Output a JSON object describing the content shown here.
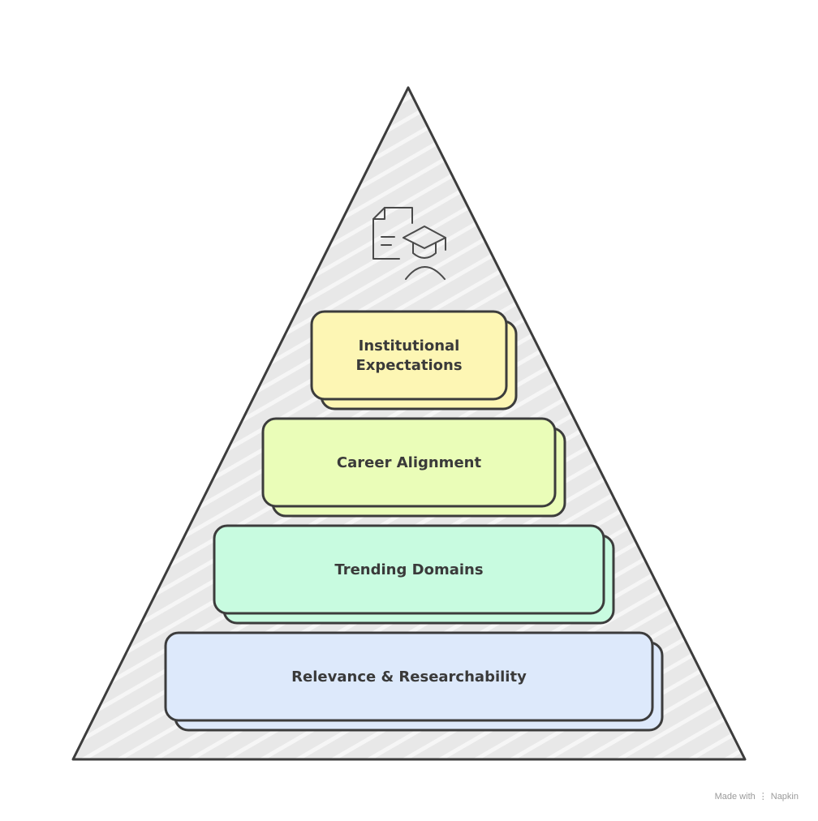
{
  "diagram": {
    "type": "pyramid",
    "top_icon": "document-graduate-icon",
    "tiers": [
      {
        "label_lines": [
          "Institutional",
          "Expectations"
        ],
        "color": "#fdf6b4"
      },
      {
        "label_lines": [
          "Career Alignment"
        ],
        "color": "#eafdb8"
      },
      {
        "label_lines": [
          "Trending Domains"
        ],
        "color": "#c8fbe0"
      },
      {
        "label_lines": [
          "Relevance & Researchability"
        ],
        "color": "#dde9fb"
      }
    ],
    "pyramid_fill": "#e8e8e8",
    "outline_color": "#3c3c3c"
  },
  "footer": {
    "made_with": "Made with",
    "brand": "Napkin",
    "brand_icon": "napkin-logo-icon"
  }
}
